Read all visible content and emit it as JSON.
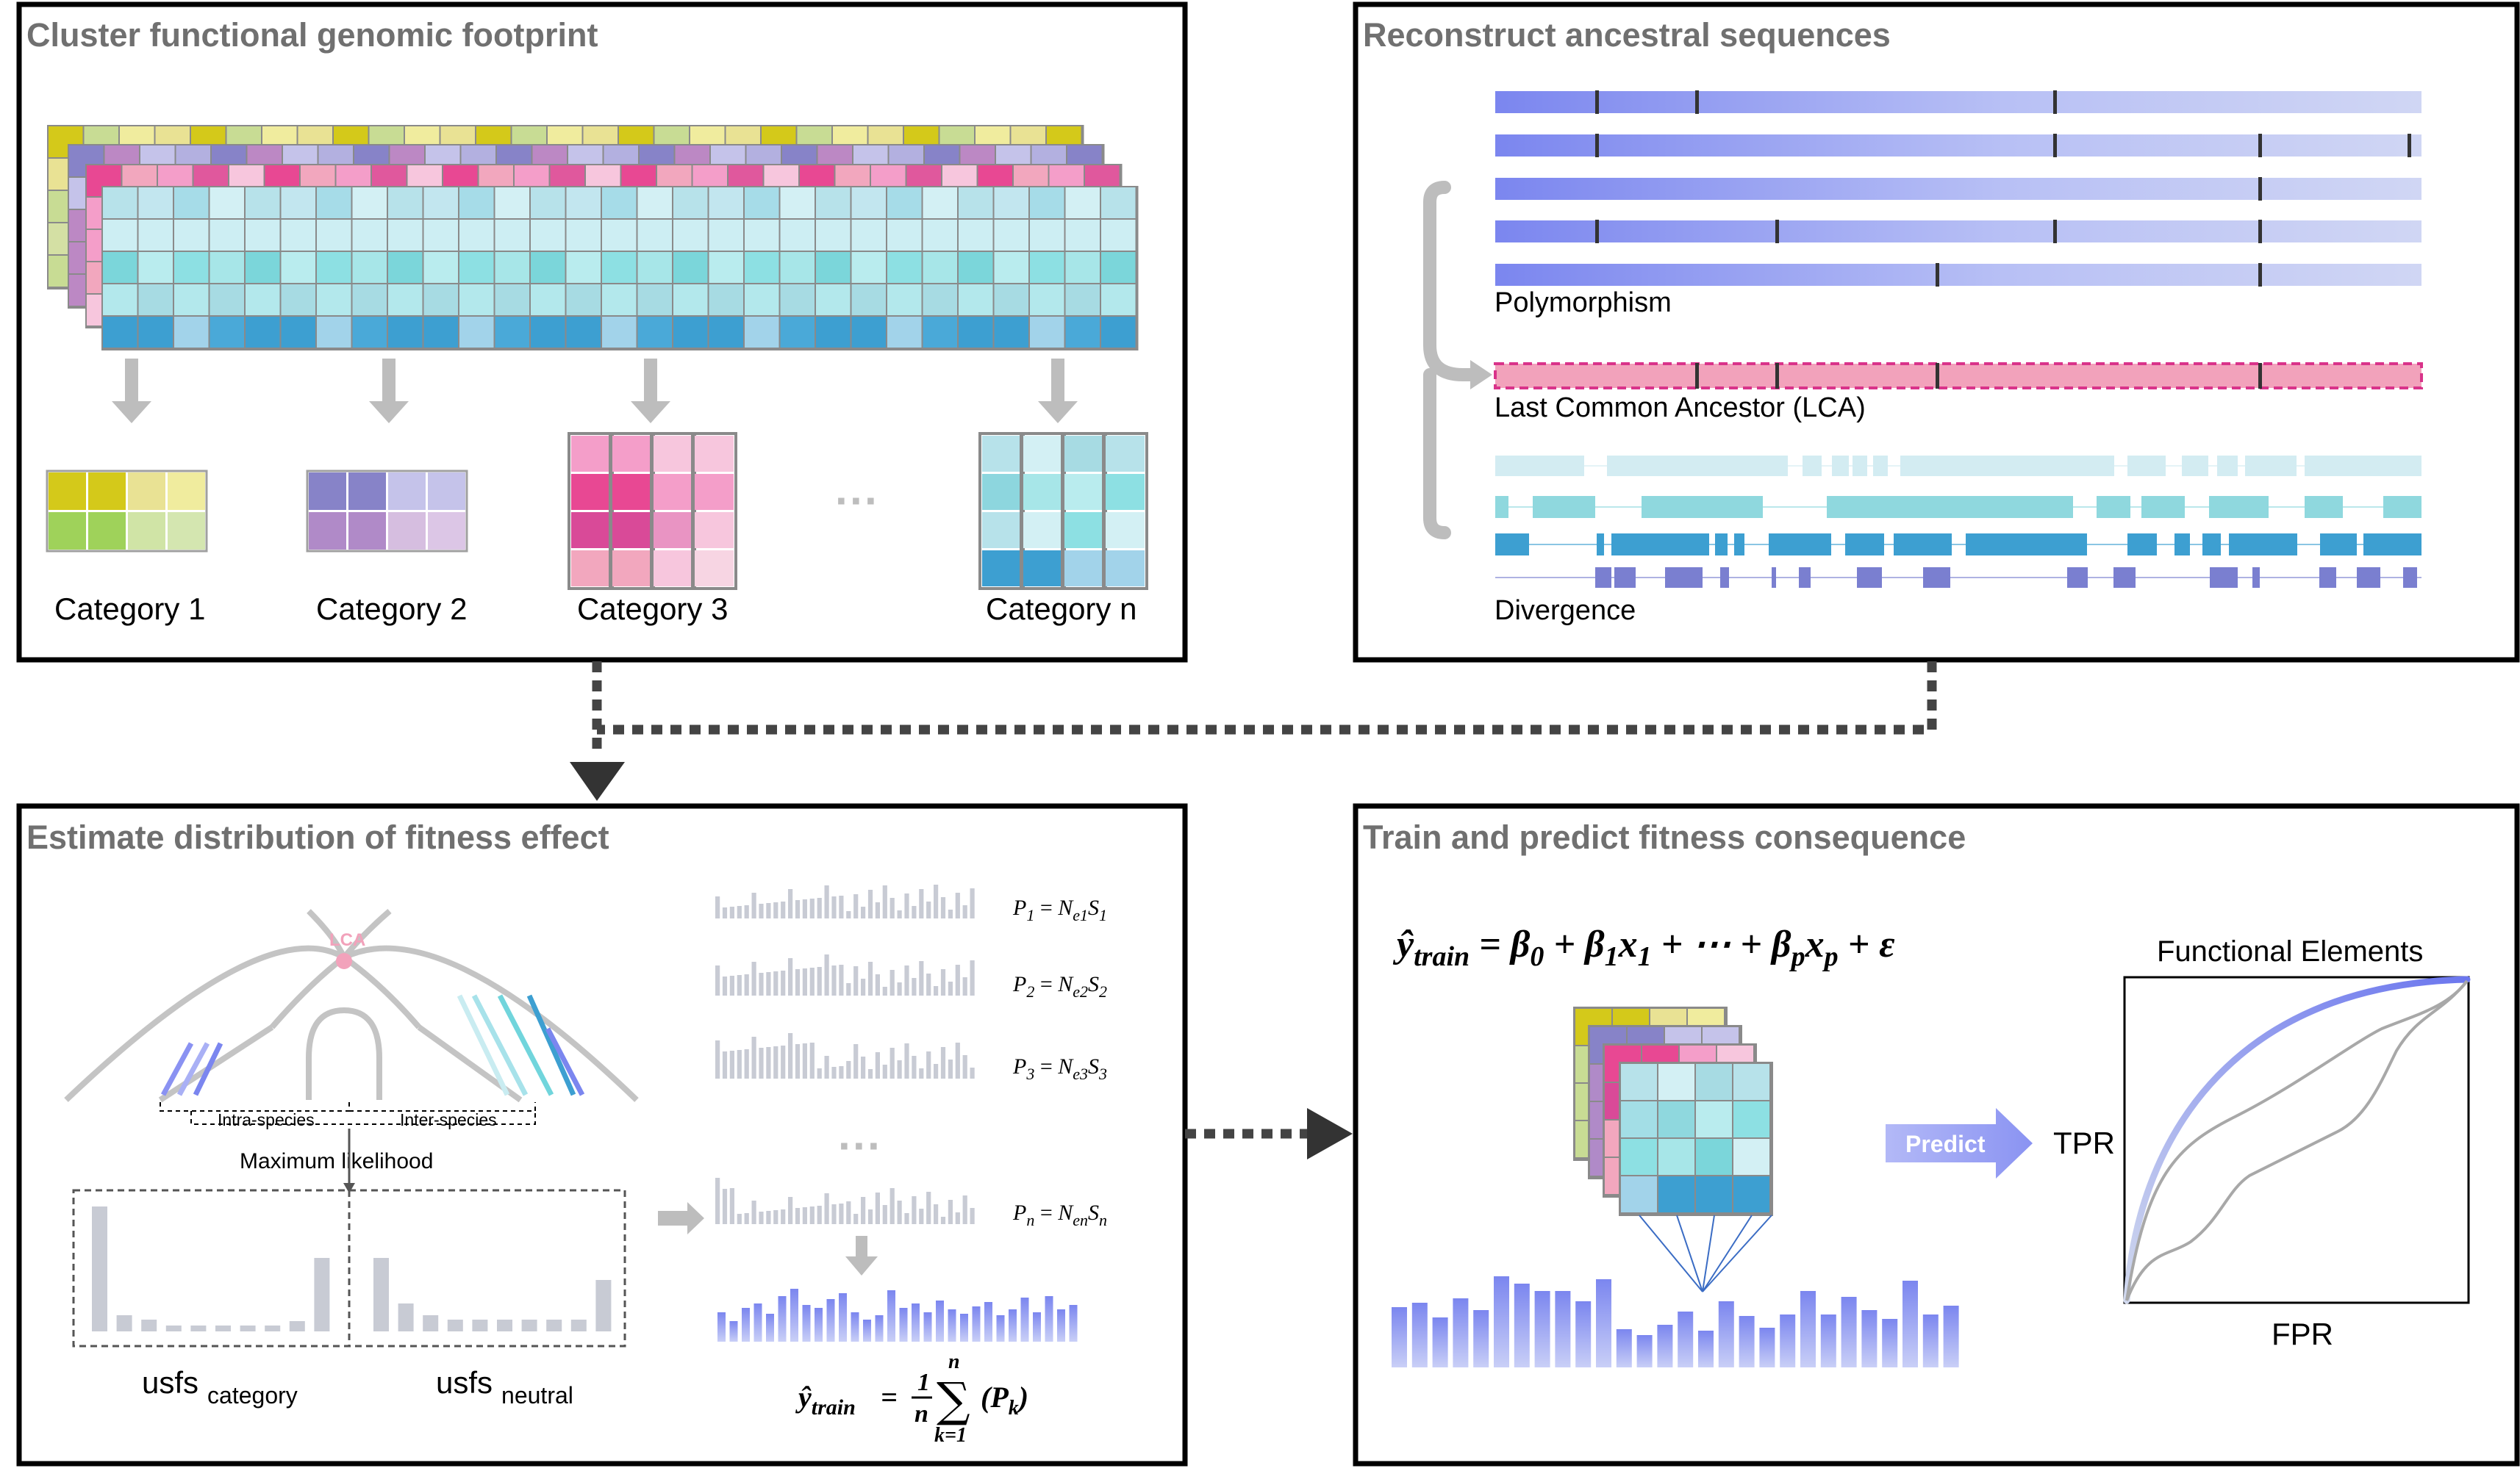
{
  "panels": {
    "cluster": {
      "title": "Cluster functional genomic footprint"
    },
    "ancestral": {
      "title": "Reconstruct ancestral sequences"
    },
    "dfe": {
      "title": "Estimate distribution of fitness effect"
    },
    "train": {
      "title": "Train and predict fitness consequence"
    }
  },
  "categories": [
    "Category 1",
    "Category 2",
    "Category 3",
    "Category n"
  ],
  "ellipsis": "···",
  "ancestral_labels": {
    "polymorphism": "Polymorphism",
    "lca": "Last Common Ancestor (LCA)",
    "divergence": "Divergence"
  },
  "tree": {
    "lca": "LCA",
    "intra": "Intra-species",
    "inter": "Inter-species",
    "method": "Maximum   likelihood"
  },
  "usfs": {
    "category": {
      "main": "usfs",
      "sub": "category"
    },
    "neutral": {
      "main": "usfs",
      "sub": "neutral"
    }
  },
  "p_equations": [
    {
      "P": "P",
      "i": "1",
      "N": "N",
      "e": "e1",
      "S": "S",
      "s": "1"
    },
    {
      "P": "P",
      "i": "2",
      "N": "N",
      "e": "e2",
      "S": "S",
      "s": "2"
    },
    {
      "P": "P",
      "i": "3",
      "N": "N",
      "e": "e3",
      "S": "S",
      "s": "3"
    },
    {
      "P": "P",
      "i": "n",
      "N": "N",
      "e": "en",
      "S": "S",
      "s": "n"
    }
  ],
  "equation_symbol_eq": "=",
  "ytrain_avg": {
    "y": "ŷ",
    "sub": "train",
    "eq": "=",
    "num": "1",
    "den": "n",
    "sigma": "∑",
    "top": "n",
    "bottom": "k=1",
    "term": "(P",
    "term_sub": "k",
    "close": ")"
  },
  "regression": {
    "y": "ŷ",
    "sub": "train",
    "rhs_1": " = β",
    "s0": "0",
    "rhs_2": " + β",
    "s1a": "1",
    "rhs_3": "x",
    "s1b": "1",
    "rhs_4": " + ⋯ + β",
    "spa": "p",
    "rhs_5": "x",
    "spb": "p",
    "rhs_6": " + ε"
  },
  "predict_label": "Predict",
  "roc": {
    "title": "Functional Elements",
    "ylabel": "TPR",
    "xlabel": "FPR"
  },
  "colors": {
    "grey_arrow": "#bdbdbd",
    "title_grey": "#707070",
    "lca_pink": "#f2a2bb",
    "lca_border": "#d9338a",
    "blue_main": "#7b86ef",
    "predict_blue": "#9aa2f5"
  }
}
